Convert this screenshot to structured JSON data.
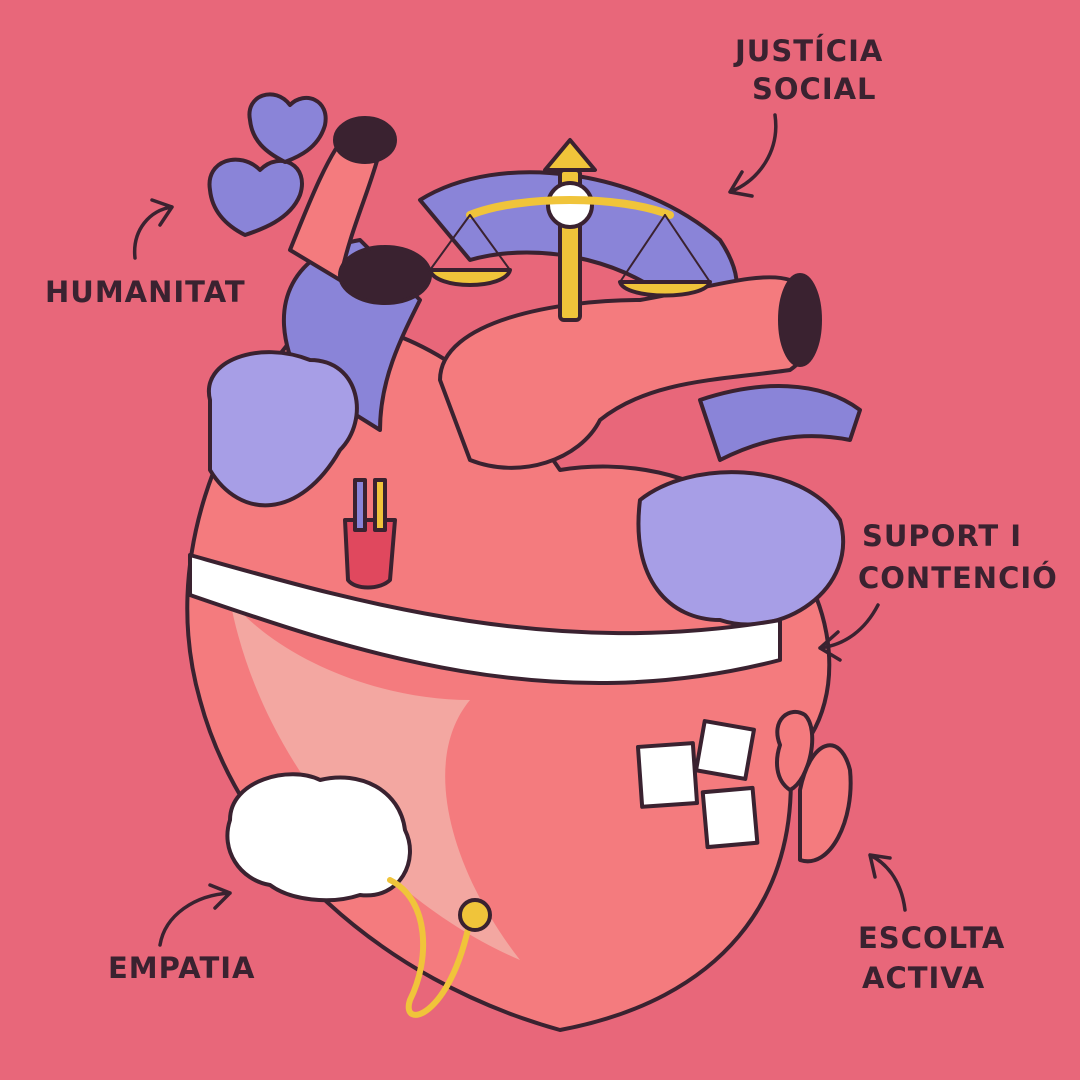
{
  "labels": {
    "justicia_line1": "JUSTÍCIA",
    "justicia_line2": "SOCIAL",
    "humanitat": "HUMANITAT",
    "suport_line1": "SUPORT I",
    "suport_line2": "CONTENCIÓ",
    "empatia": "EMPATIA",
    "escolta_line1": "ESCOLTA",
    "escolta_line2": "ACTIVA"
  },
  "colors": {
    "background": "#e8677a",
    "heart": "#f47b7e",
    "heart_dark": "#e0485e",
    "vessel_purple": "#8a84d8",
    "outline": "#3a2230",
    "gold": "#f0c43a",
    "brain": "#ffffff"
  }
}
